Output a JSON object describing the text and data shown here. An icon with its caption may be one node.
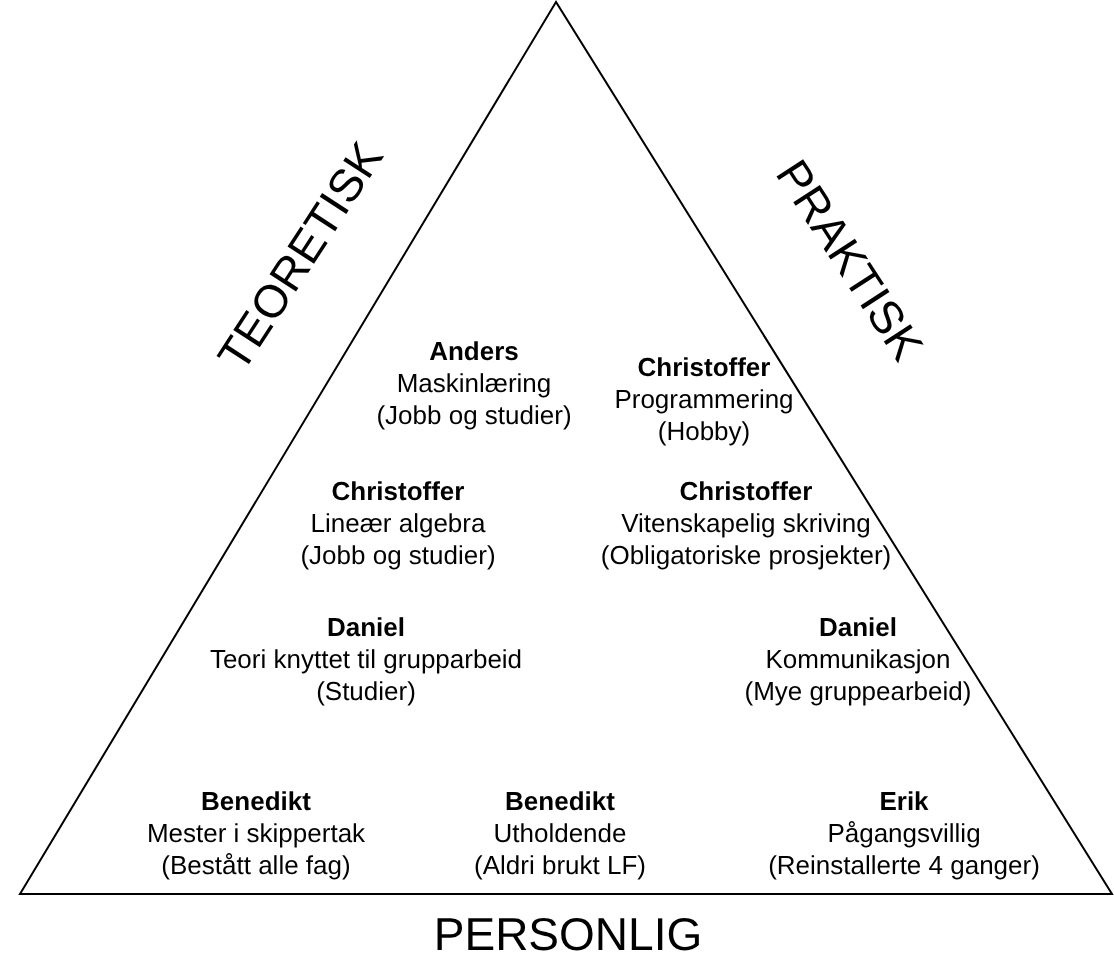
{
  "diagram": {
    "labels": [
      "TEORETISK",
      "PRAKTISK",
      "Anders",
      "Maskinlæring",
      "(Jobb og studier)",
      "Christoffer",
      "Programmering",
      "(Hobby)",
      "Christoffer",
      "Lineær algebra",
      "(Jobb og studier)",
      "Christoffer",
      "Vitenskapelig skriving",
      "(Obligatoriske prosjekter)",
      "Daniel",
      "Teori knyttet til grupparbeid",
      "(Studier)",
      "Daniel",
      "Kommunikasjon",
      "(Mye gruppearbeid)",
      "Benedikt",
      "Mester i skippertak",
      "(Bestått alle fag)",
      "Benedikt",
      "Utholdende",
      "(Aldri brukt LF)",
      "Erik",
      "Pågangsvillig",
      "(Reinstallerte 4 ganger)",
      "PERSONLIG"
    ]
  }
}
